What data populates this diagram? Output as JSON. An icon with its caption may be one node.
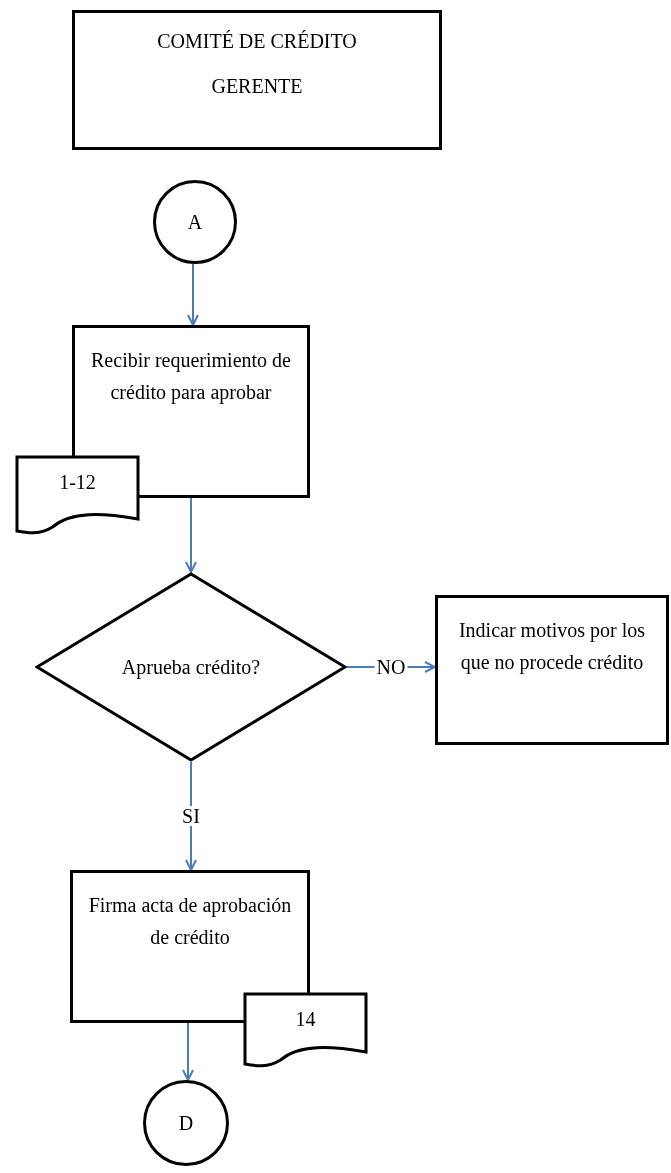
{
  "diagram": {
    "nodes": [
      {
        "text": [
          "COMITÉ DE CRÉDITO",
          "GERENTE"
        ]
      },
      {
        "text": [
          "A"
        ]
      },
      {
        "text": [
          "Recibir requerimiento de crédito para aprobar"
        ]
      },
      {
        "text": [
          "1-12"
        ]
      },
      {
        "text": [
          "Aprueba crédito?"
        ]
      },
      {
        "text": [
          "Indicar motivos por los que no procede crédito"
        ]
      },
      {
        "text": [
          "Firma acta de aprobación de crédito"
        ]
      },
      {
        "text": [
          "14"
        ]
      },
      {
        "text": [
          "D"
        ]
      }
    ],
    "edges": [
      {
        "from": 1,
        "to": 2,
        "arrow": "to"
      },
      {
        "from": 2,
        "to": 4,
        "arrow": "to"
      },
      {
        "from": 4,
        "to": 5,
        "arrow": "to",
        "label": "NO"
      },
      {
        "from": 4,
        "to": 6,
        "arrow": "to",
        "label": "SI"
      },
      {
        "from": 6,
        "to": 8,
        "arrow": "to"
      }
    ]
  }
}
